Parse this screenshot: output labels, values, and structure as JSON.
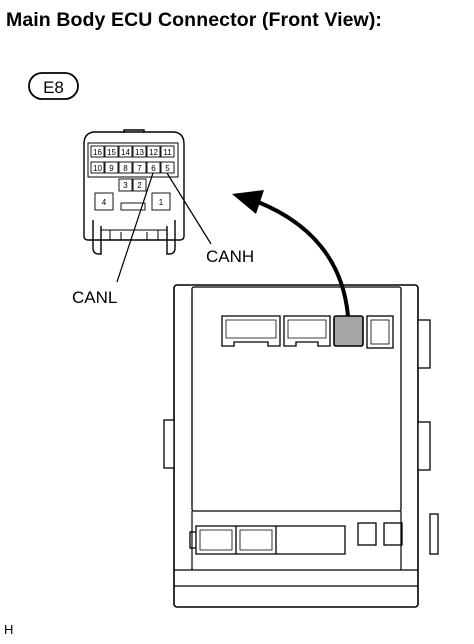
{
  "title": "Main Body ECU Connector (Front View):",
  "connector_id": "E8",
  "pins_row1": [
    "16",
    "15",
    "14",
    "13",
    "12",
    "11"
  ],
  "pins_row2": [
    "10",
    "9",
    "8",
    "7",
    "6",
    "5"
  ],
  "pins_row3": [
    "3",
    "2"
  ],
  "pin_left": "4",
  "pin_right": "1",
  "labels": {
    "canh": "CANH",
    "canl": "CANL"
  },
  "footer_code": "H",
  "colors": {
    "line": "#000000",
    "highlight_connector": "#a6a6a6",
    "ecu_fill": "#ffffff"
  }
}
